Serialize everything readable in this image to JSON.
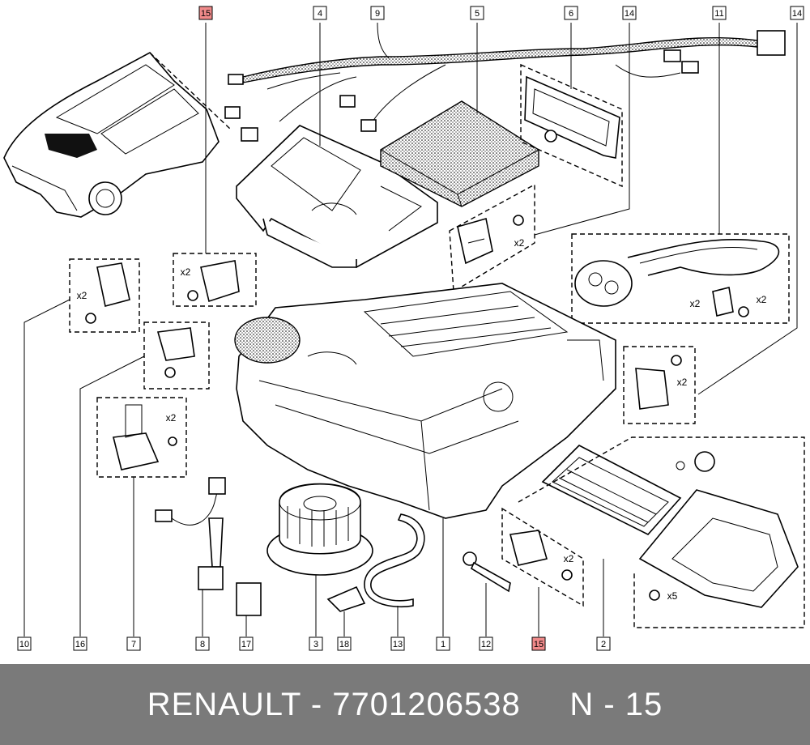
{
  "callouts": [
    {
      "label": "15",
      "highlight": true
    },
    {
      "label": "4",
      "highlight": false
    },
    {
      "label": "9",
      "highlight": false
    },
    {
      "label": "5",
      "highlight": false
    },
    {
      "label": "6",
      "highlight": false
    },
    {
      "label": "14",
      "highlight": false
    },
    {
      "label": "11",
      "highlight": false
    },
    {
      "label": "14",
      "highlight": false
    },
    {
      "label": "10",
      "highlight": false
    },
    {
      "label": "16",
      "highlight": false
    },
    {
      "label": "7",
      "highlight": false
    },
    {
      "label": "8",
      "highlight": false
    },
    {
      "label": "17",
      "highlight": false
    },
    {
      "label": "3",
      "highlight": false
    },
    {
      "label": "18",
      "highlight": false
    },
    {
      "label": "13",
      "highlight": false
    },
    {
      "label": "1",
      "highlight": false
    },
    {
      "label": "12",
      "highlight": false
    },
    {
      "label": "15",
      "highlight": true
    },
    {
      "label": "2",
      "highlight": false
    }
  ],
  "quantities": [
    "x2",
    "x2",
    "x2",
    "x2",
    "x2",
    "x2",
    "x2",
    "x2",
    "x5"
  ],
  "highlight_color": "#f08a8a",
  "footer": {
    "brand": "RENAULT",
    "separator": "-",
    "part_number": "7701206538",
    "ref": "N - 15"
  }
}
